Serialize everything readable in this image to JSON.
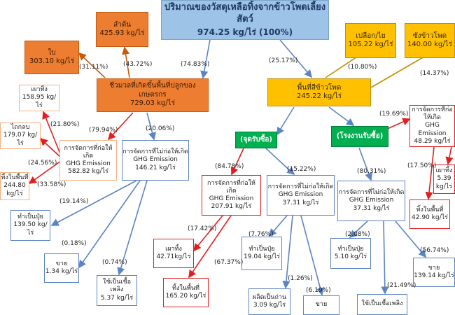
{
  "title": "ปริมาณของวัสดุเหลือทิ้งจากข้าวโพดเลี้ยงสัตว์",
  "total": "974.25 kg/ไร่ (100%)",
  "colors": {
    "red": "#e02020",
    "blue": "#5b84c4",
    "orange": "#c55a11",
    "gold": "#bf9000"
  },
  "nodes": [
    {
      "id": "lamton",
      "cls": "b-orange",
      "lines": [
        "ลำต้น",
        "425.93 kg/ไร่"
      ]
    },
    {
      "id": "bai",
      "cls": "b-orange",
      "lines": [
        "ใบ",
        "303.10 kg/ไร่"
      ]
    },
    {
      "id": "field",
      "cls": "b-orange",
      "lines": [
        "ชีวมวลที่เกิดขึ้นพื้นที่ปลูกของเกษตรกร",
        "729.03 kg/ไร่"
      ]
    },
    {
      "id": "plueak",
      "cls": "b-yellow",
      "lines": [
        "เปลือก/ไย",
        "105.22 kg/ไร่"
      ]
    },
    {
      "id": "sang",
      "cls": "b-yellow",
      "lines": [
        "ซังข้าวโพด",
        "140.00 kg/ไร่"
      ]
    },
    {
      "id": "factory",
      "cls": "b-yellow",
      "lines": [
        "พื้นที่สีข้าวโพด",
        "245.22 kg/ไร่"
      ]
    },
    {
      "id": "green1",
      "cls": "b-green",
      "lines": [
        "(จุดรับซื้อ)"
      ]
    },
    {
      "id": "green2",
      "cls": "b-green",
      "lines": [
        "(โรงงานรับซื้อ)"
      ]
    },
    {
      "id": "burnt1",
      "cls": "b-peach",
      "lines": [
        "เผาทิ้ง",
        "158.95 kg/ไร่"
      ]
    },
    {
      "id": "plough1",
      "cls": "b-peach",
      "lines": [
        "ไถกลบ",
        "179.07 kg/ไร่"
      ]
    },
    {
      "id": "left1",
      "cls": "b-peach",
      "lines": [
        "ทิ้งในพื้นที่",
        "244.80 kg/ไร่"
      ]
    },
    {
      "id": "ghg1",
      "cls": "b-peach",
      "lines": [
        "การจัดการที่ก่อให้เกิด",
        "GHG Emission",
        "582.82 kg/ไร่"
      ]
    },
    {
      "id": "noghg1",
      "cls": "b-blue",
      "lines": [
        "การจัดการที่ไม่ก่อให้เกิด",
        "GHG Emission",
        "146.21 kg/ไร่"
      ]
    },
    {
      "id": "fert1",
      "cls": "b-blue",
      "lines": [
        "ทำเป็นปุ๋ย",
        "139.50 kg/ไร่"
      ]
    },
    {
      "id": "sell1",
      "cls": "b-blue",
      "lines": [
        "ขาย",
        "1.34 kg/ไร่"
      ]
    },
    {
      "id": "fuel1",
      "cls": "b-blue",
      "lines": [
        "ใช้เป็นเชื้อเพลิง",
        "5.37 kg/ไร่"
      ]
    },
    {
      "id": "ghg2",
      "cls": "b-red",
      "lines": [
        "การจัดการที่ก่อให้เกิด",
        "GHG Emission",
        "207.91 kg/ไร่"
      ]
    },
    {
      "id": "noghg2",
      "cls": "b-blue",
      "lines": [
        "การจัดการที่ไม่ก่อให้เกิด",
        "GHG Emission",
        "37.31 kg/ไร่"
      ]
    },
    {
      "id": "burnt2",
      "cls": "b-red",
      "lines": [
        "เผาทิ้ง",
        "42.71kg/ไร่"
      ]
    },
    {
      "id": "left2",
      "cls": "b-red",
      "lines": [
        "ทิ้งในพื้นที่",
        "165.20 kg/ไร่"
      ]
    },
    {
      "id": "fert2",
      "cls": "b-blue",
      "lines": [
        "ทำเป็นปุ๋ย",
        "19.04 kg/ไร่"
      ]
    },
    {
      "id": "charcoal2",
      "cls": "b-blue",
      "lines": [
        "ผลิตเป็นถ่าน",
        "3.09 kg/ไร่"
      ]
    },
    {
      "id": "sell2",
      "cls": "b-blue",
      "lines": [
        "ขาย"
      ]
    },
    {
      "id": "noghg3",
      "cls": "b-blue",
      "lines": [
        "การจัดการที่ไม่ก่อให้เกิด",
        "GHG Emission",
        "37.31 kg/ไร่"
      ]
    },
    {
      "id": "ghg3",
      "cls": "b-red",
      "lines": [
        "การจัดการที่ก่อให้เกิด",
        "GHG Emission",
        "48.29 kg/ไร่"
      ]
    },
    {
      "id": "burnt3",
      "cls": "b-red",
      "lines": [
        "เผาทิ้ง",
        "5.39 kg/ไร่"
      ]
    },
    {
      "id": "left3",
      "cls": "b-red",
      "lines": [
        "ทิ้งในพื้นที่",
        "42.90 kg/ไร่"
      ]
    },
    {
      "id": "fert3",
      "cls": "b-blue",
      "lines": [
        "ทำเป็นปุ๋ย",
        "5.10 kg/ไร่"
      ]
    },
    {
      "id": "sell3",
      "cls": "b-blue",
      "lines": [
        "ขาย",
        "139.14 kg/ไร่"
      ]
    },
    {
      "id": "fuel3",
      "cls": "b-blue",
      "lines": [
        "ใช้เป็นเชื้อเพลิง"
      ]
    }
  ],
  "percents": [
    {
      "id": "p1",
      "text": "(74.83%)"
    },
    {
      "id": "p2",
      "text": "(25.17%)"
    },
    {
      "id": "p3",
      "text": "(43.72%)"
    },
    {
      "id": "p4",
      "text": "(31.11%)"
    },
    {
      "id": "p5",
      "text": "(10.80%)"
    },
    {
      "id": "p6",
      "text": "(14.37%)"
    },
    {
      "id": "p7",
      "text": "(79.94%)"
    },
    {
      "id": "p8",
      "text": "(20.06%)"
    },
    {
      "id": "p9",
      "text": "(21.80%)"
    },
    {
      "id": "p10",
      "text": "(24.56%)"
    },
    {
      "id": "p11",
      "text": "(33.58%)"
    },
    {
      "id": "p12",
      "text": "(19.14%)"
    },
    {
      "id": "p13",
      "text": "(0.18%)"
    },
    {
      "id": "p14",
      "text": "(0.74%)"
    },
    {
      "id": "p15",
      "text": "(84.78%)"
    },
    {
      "id": "p16",
      "text": "(15.22%)"
    },
    {
      "id": "p17",
      "text": "(17.42%)"
    },
    {
      "id": "p18",
      "text": "(67.37%)"
    },
    {
      "id": "p19",
      "text": "(7.76%)"
    },
    {
      "id": "p20",
      "text": "(1.26%)"
    },
    {
      "id": "p21",
      "text": "(6.19%)"
    },
    {
      "id": "p22",
      "text": "(80.31%)"
    },
    {
      "id": "p23",
      "text": "(19.69%)"
    },
    {
      "id": "p24",
      "text": "(17.50%)"
    },
    {
      "id": "p25",
      "text": "(2.08%)"
    },
    {
      "id": "p26",
      "text": "(56.74%)"
    },
    {
      "id": "p27",
      "text": "(21.49%)"
    }
  ]
}
